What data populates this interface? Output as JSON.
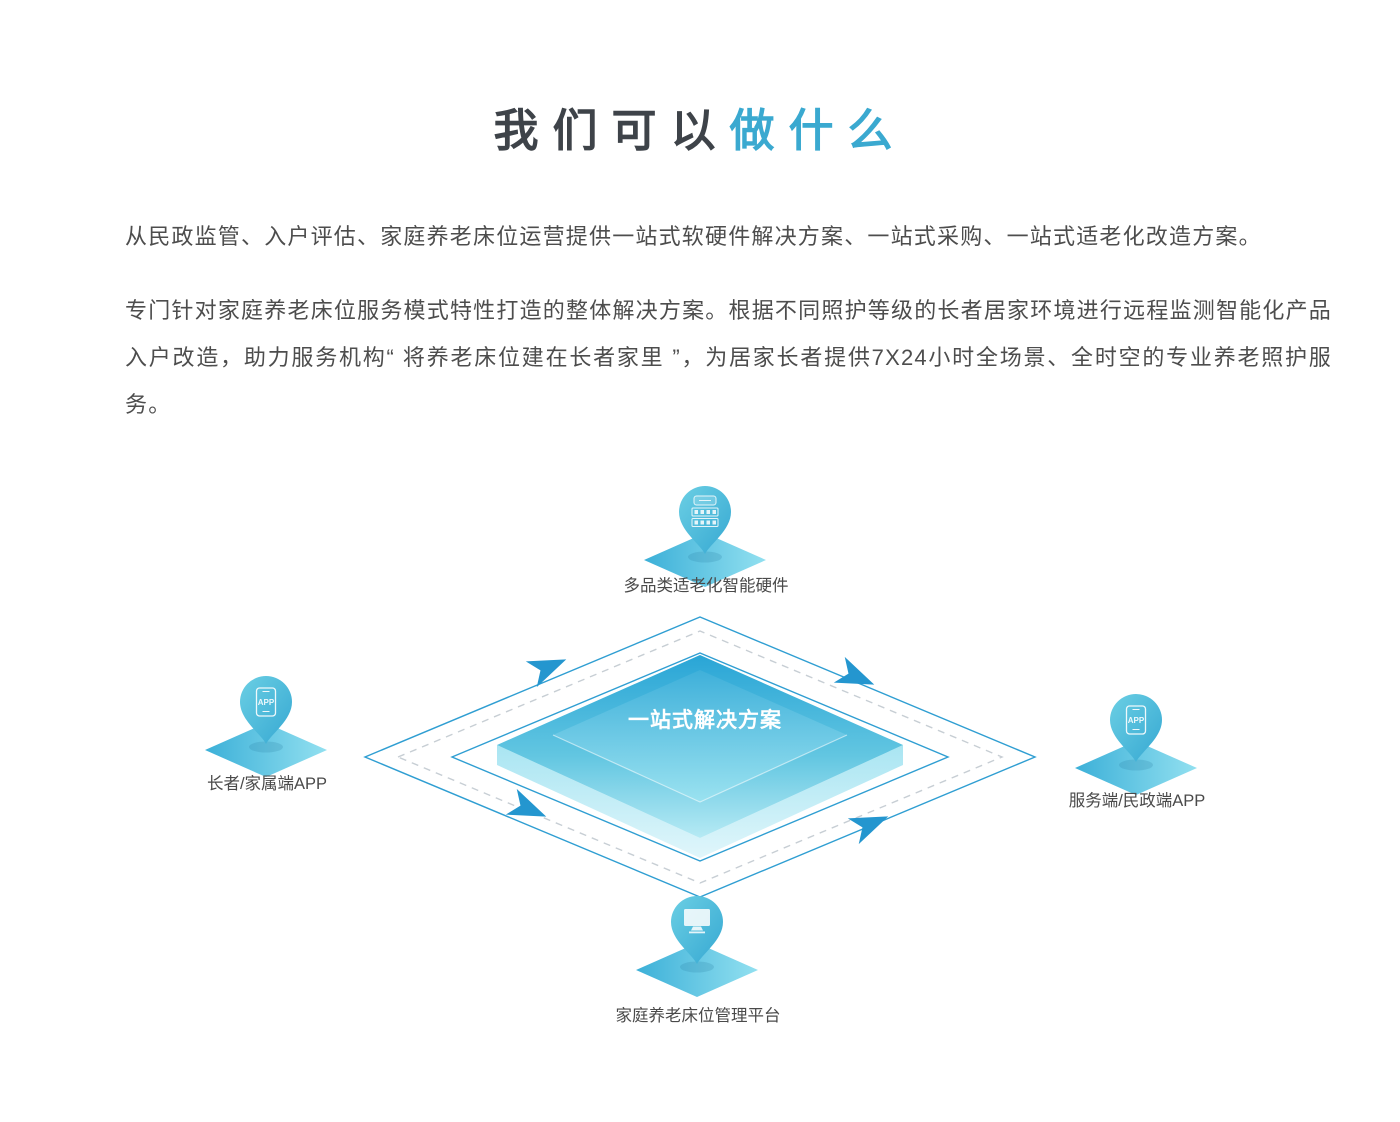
{
  "header": {
    "title_prefix": "我们可以",
    "title_accent": "做什么"
  },
  "intro": {
    "paragraph_1": "从民政监管、入户评估、家庭养老床位运营提供一站式软硬件解决方案、一站式采购、一站式适老化改造方案。",
    "paragraph_2": "专门针对家庭养老床位服务模式特性打造的整体解决方案。根据不同照护等级的长者居家环境进行远程监测智能化产品入户改造，助力服务机构“ 将养老床位建在长者家里 ”，为居家长者提供7X24小时全场景、全时空的专业养老照护服务。"
  },
  "diagram": {
    "center_label": "一站式解决方案",
    "app_badge": "APP",
    "nodes": {
      "top": {
        "label": "多品类适老化智能硬件",
        "icon": "smart-hardware-pin-icon"
      },
      "left": {
        "label": "长者/家属端APP",
        "icon": "app-phone-pin-icon"
      },
      "right": {
        "label": "服务端/民政端APP",
        "icon": "app-phone-pin-icon"
      },
      "bottom": {
        "label": "家庭养老床位管理平台",
        "icon": "monitor-pin-icon"
      }
    }
  },
  "colors": {
    "title_text": "#3e4349",
    "title_accent": "#3aa9d0",
    "body_text": "#4d4d4d",
    "ring_stroke": "#2f9ed2",
    "dashed_ring": "#c7ced4",
    "arrow": "#2496cf",
    "platform_top_dark": "#29a5d6",
    "platform_top_light": "#aee8f3",
    "pin_light": "#68cde3",
    "pin_dark": "#36a8d2",
    "label_text": "#4a4a4a"
  }
}
